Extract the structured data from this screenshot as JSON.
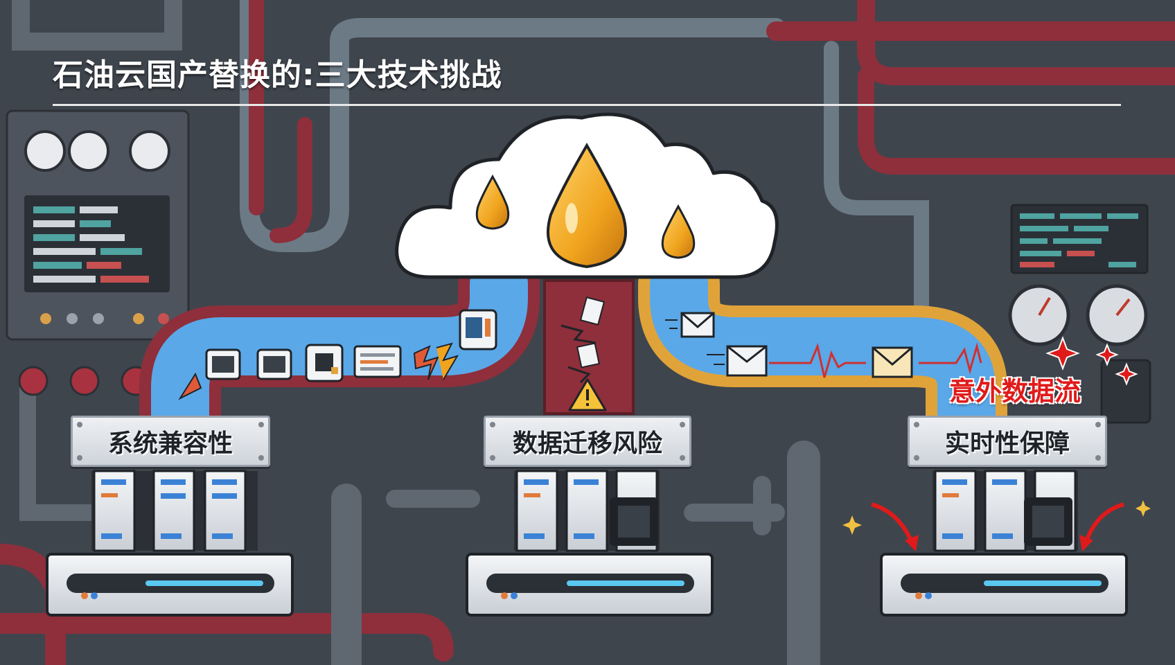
{
  "title": "石油云国产替换的:三大技术挑战",
  "panels": [
    {
      "label": "系统兼容性"
    },
    {
      "label": "数据迁移风险"
    },
    {
      "label": "实时性保障"
    }
  ],
  "alert_text": "意外数据流",
  "colors": {
    "background": "#3f454d",
    "red_pipe": "#8e2f3b",
    "blue_flow": "#5aa8e8",
    "orange_pipe": "#e0a33a",
    "oil": "#f0a41e",
    "alert": "#e01a1a"
  },
  "icons": [
    "cloud-icon",
    "oil-drop-icon",
    "window-icon",
    "chip-icon",
    "document-icon",
    "broken-link-icon",
    "warning-icon",
    "mail-icon",
    "heartbeat-icon",
    "server-rack-icon",
    "sparkle-icon",
    "arrow-icon",
    "gauge-icon"
  ]
}
